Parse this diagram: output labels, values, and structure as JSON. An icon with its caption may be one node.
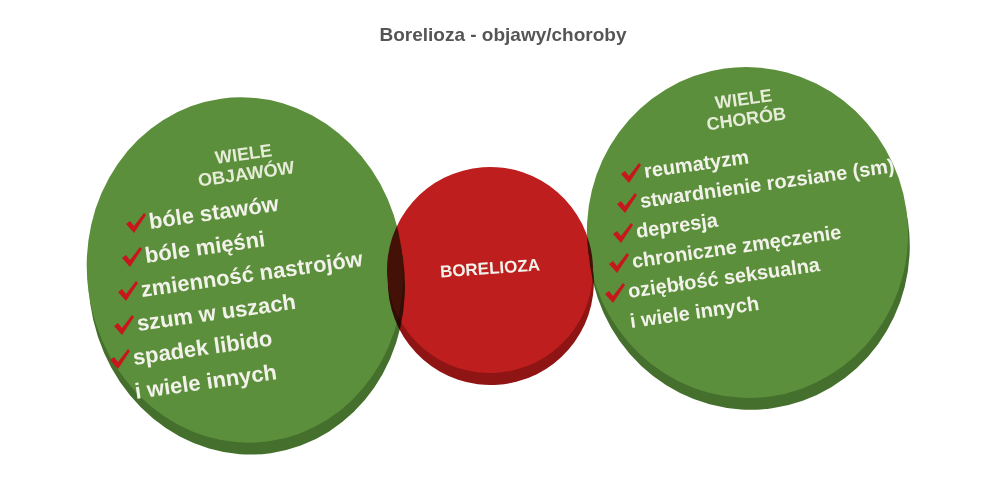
{
  "diagram": {
    "title": "Borelioza - objawy/choroby",
    "nodes": [
      {
        "text": [
          "WIELE OBJAWÓW",
          "bóle stawów",
          "bóle mięśni",
          "zmienność nastrojów",
          "szum w uszach",
          "spadek libido",
          "i wiele innych"
        ]
      },
      {
        "text": [
          "BORELIOZA"
        ]
      },
      {
        "text": [
          "WIELE CHORÓB",
          "reumatyzm",
          "stwardnienie rozsiane (sm)",
          "depresja",
          "chroniczne zmęczenie",
          "oziębłość seksualna",
          "i wiele innych"
        ]
      }
    ],
    "edges": []
  }
}
